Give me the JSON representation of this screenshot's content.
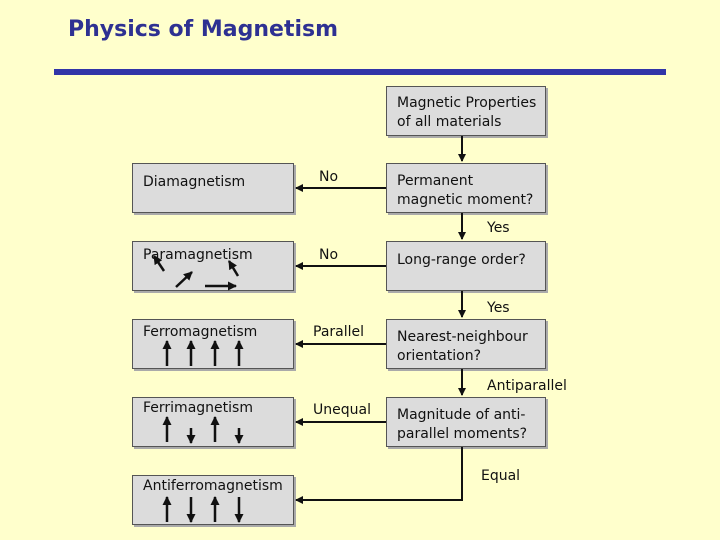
{
  "title": "Physics of Magnetism",
  "decisions": {
    "start": "Magnetic Properties\nof all materials",
    "q1": "Permanent\nmagnetic moment?",
    "q2": "Long-range order?",
    "q3": "Nearest-neighbour\norientation?",
    "q4": "Magnitude of anti-\nparallel moments?"
  },
  "outcomes": {
    "diamagnetism": "Diamagnetism",
    "paramagnetism": "Paramagnetism",
    "ferromagnetism": "Ferromagnetism",
    "ferrimagnetism": "Ferrimagnetism",
    "antiferromagnetism": "Antiferromagnetism"
  },
  "edge_labels": {
    "q1_no": "No",
    "q1_yes": "Yes",
    "q2_no": "No",
    "q2_yes": "Yes",
    "q3_parallel": "Parallel",
    "q3_antiparallel": "Antiparallel",
    "q4_unequal": "Unequal",
    "q4_equal": "Equal"
  },
  "colors": {
    "title": "#2e3192",
    "rule": "#3135a8",
    "background": "#ffffcc",
    "box": "#dcdcdc"
  }
}
